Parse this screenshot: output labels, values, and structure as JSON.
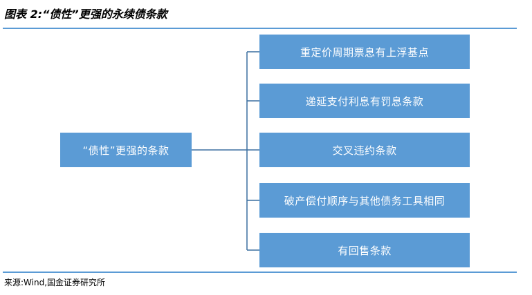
{
  "figure_title": "图表 2:“债性”更强的永续债条款",
  "root": {
    "label": "“债性”更强的条款"
  },
  "children": [
    {
      "label": "重定价周期票息有上浮基点"
    },
    {
      "label": "递延支付利息有罚息条款"
    },
    {
      "label": "交叉违约条款"
    },
    {
      "label": "破产偿付顺序与其他债务工具相同"
    },
    {
      "label": "有回售条款"
    }
  ],
  "source": "来源:Wind,国金证券研究所",
  "colors": {
    "box": "#5b9bd5",
    "box_text": "#ffffff",
    "rule": "#5b9bd5",
    "connector": "#3a6f9f"
  }
}
